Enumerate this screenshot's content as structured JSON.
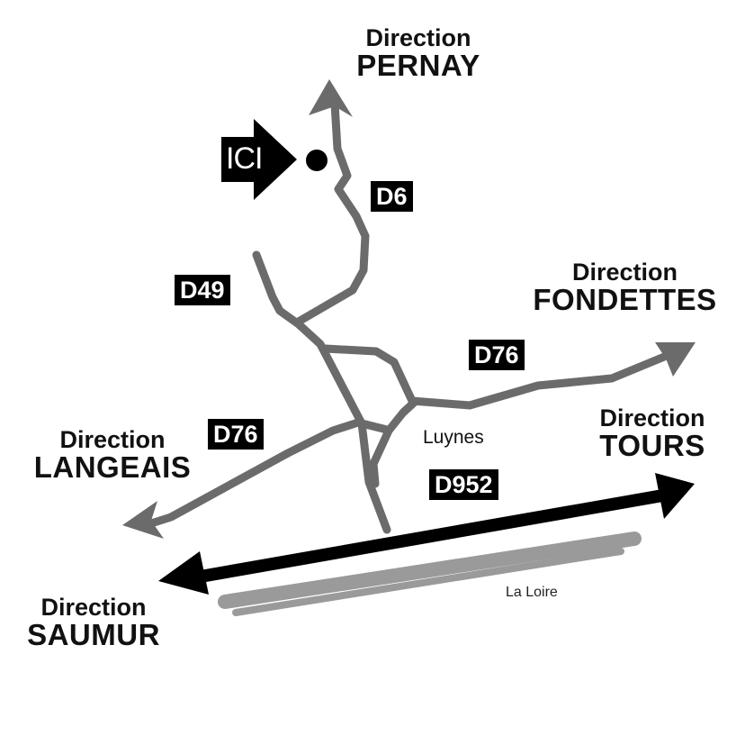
{
  "directions": [
    {
      "id": "pernay",
      "line1": "Direction",
      "line2": "PERNAY"
    },
    {
      "id": "fondettes",
      "line1": "Direction",
      "line2": "FONDETTES"
    },
    {
      "id": "tours",
      "line1": "Direction",
      "line2": "TOURS"
    },
    {
      "id": "langeais",
      "line1": "Direction",
      "line2": "LANGEAIS"
    },
    {
      "id": "saumur",
      "line1": "Direction",
      "line2": "SAUMUR"
    }
  ],
  "road_labels": {
    "d6": "D6",
    "d49": "D49",
    "d76_east": "D76",
    "d76_west": "D76",
    "d952": "D952"
  },
  "places": {
    "town": "Luynes",
    "river": "La Loire"
  },
  "marker": {
    "label": "ICI"
  },
  "colors": {
    "minor_road": "#6b6b6b",
    "main_road": "#000000",
    "river": "#9a9a9a"
  }
}
